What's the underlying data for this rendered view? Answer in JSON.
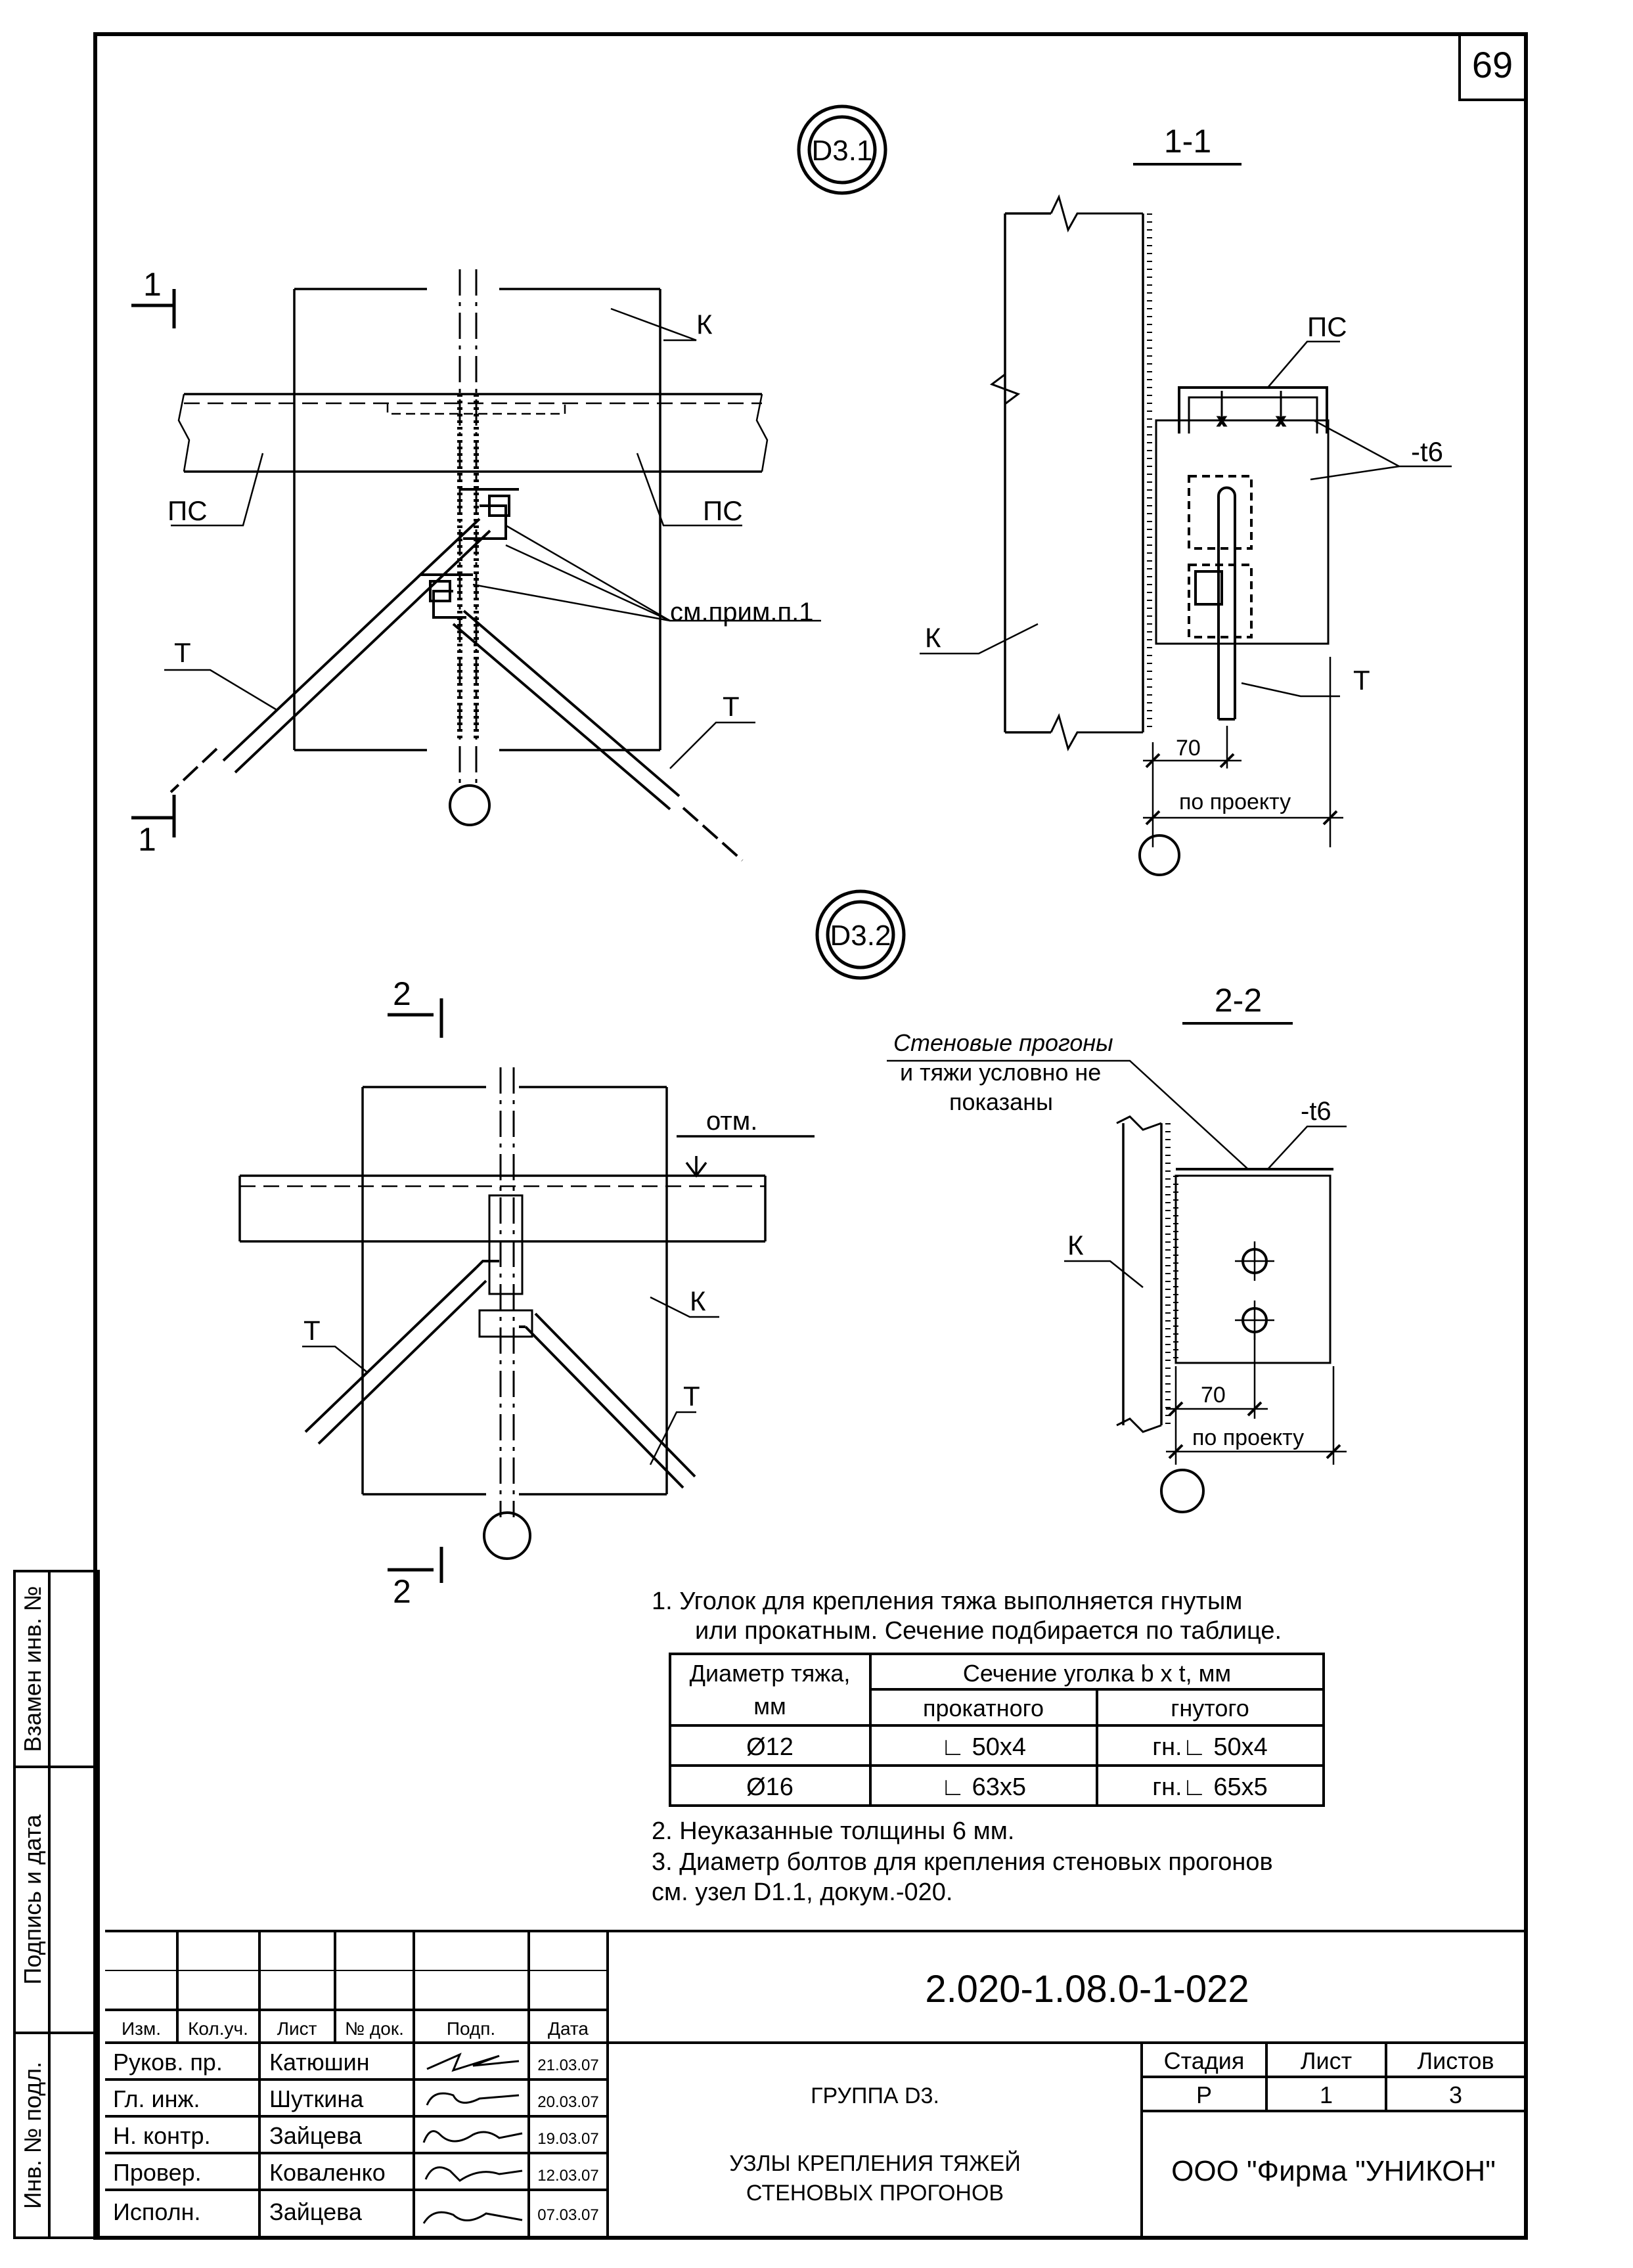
{
  "sheet_number": "69",
  "views": {
    "d31": {
      "callout": "D3.1",
      "cut_left_top": "1",
      "cut_left_bottom": "1",
      "labels": {
        "k": "К",
        "ps_left": "ПС",
        "ps_right": "ПС",
        "note_ref": "см.прим.п.1",
        "t_left": "Т",
        "t_right": "Т"
      }
    },
    "s11": {
      "title": "1-1",
      "labels": {
        "ps": "ПС",
        "thickness": "-t6",
        "k": "К",
        "t": "Т",
        "dim_70": "70",
        "dim_project": "по проекту"
      }
    },
    "d32": {
      "callout": "D3.2",
      "cut_top": "2",
      "cut_bottom": "2",
      "labels": {
        "otm": "отм.",
        "k": "К",
        "t_left": "Т",
        "t_right": "Т"
      }
    },
    "s22": {
      "title": "2-2",
      "note_line1": "Стеновые прогоны",
      "note_line2": "и тяжи условно не",
      "note_line3": "показаны",
      "labels": {
        "thickness": "-t6",
        "k": "К",
        "dim_70": "70",
        "dim_project": "по проекту"
      }
    }
  },
  "notes": {
    "n1_line1": "1.  Уголок для крепления тяжа выполняется гнутым",
    "n1_line2": "или прокатным. Сечение подбирается по таблице.",
    "n2": "2. Неуказанные толщины 6 мм.",
    "n3_line1": "3. Диаметр болтов для крепления стеновых прогонов",
    "n3_line2": "см. узел D1.1, докум.-020."
  },
  "table": {
    "h_diam_line1": "Диаметр тяжа,",
    "h_diam_line2": "мм",
    "h_section": "Сечение уголка b x t, мм",
    "h_rolled": "прокатного",
    "h_bent": "гнутого",
    "rows": [
      {
        "diam": "Ø12",
        "rolled": "∟ 50x4",
        "bent": "гн.∟ 50x4"
      },
      {
        "diam": "Ø16",
        "rolled": "∟ 63x5",
        "bent": "гн.∟ 65x5"
      }
    ]
  },
  "side_stamp": [
    "Взамен инв. №",
    "Подпись и дата",
    "Инв. № подл."
  ],
  "title_block": {
    "doc_code": "2.020-1.08.0-1-022",
    "headers": {
      "izm": "Изм.",
      "kol": "Кол.уч.",
      "list": "Лист",
      "ndoc": "№ док.",
      "podp": "Подп.",
      "date": "Дата"
    },
    "roles": [
      {
        "role": "Руков. пр.",
        "name": "Катюшин",
        "date": "21.03.07"
      },
      {
        "role": "Гл. инж.",
        "name": "Шуткина",
        "date": "20.03.07"
      },
      {
        "role": "Н. контр.",
        "name": "Зайцева",
        "date": "19.03.07"
      },
      {
        "role": "Провер.",
        "name": "Коваленко",
        "date": "12.03.07"
      },
      {
        "role": "Исполн.",
        "name": "Зайцева",
        "date": "07.03.07"
      }
    ],
    "group": "ГРУППА D3.",
    "title_line1": "УЗЛЫ КРЕПЛЕНИЯ ТЯЖЕЙ",
    "title_line2": "СТЕНОВЫХ ПРОГОНОВ",
    "stage_h": "Стадия",
    "sheet_h": "Лист",
    "sheets_h": "Листов",
    "stage": "Р",
    "sheet": "1",
    "sheets": "3",
    "company": "ООО  \"Фирма \"УНИКОН\""
  }
}
